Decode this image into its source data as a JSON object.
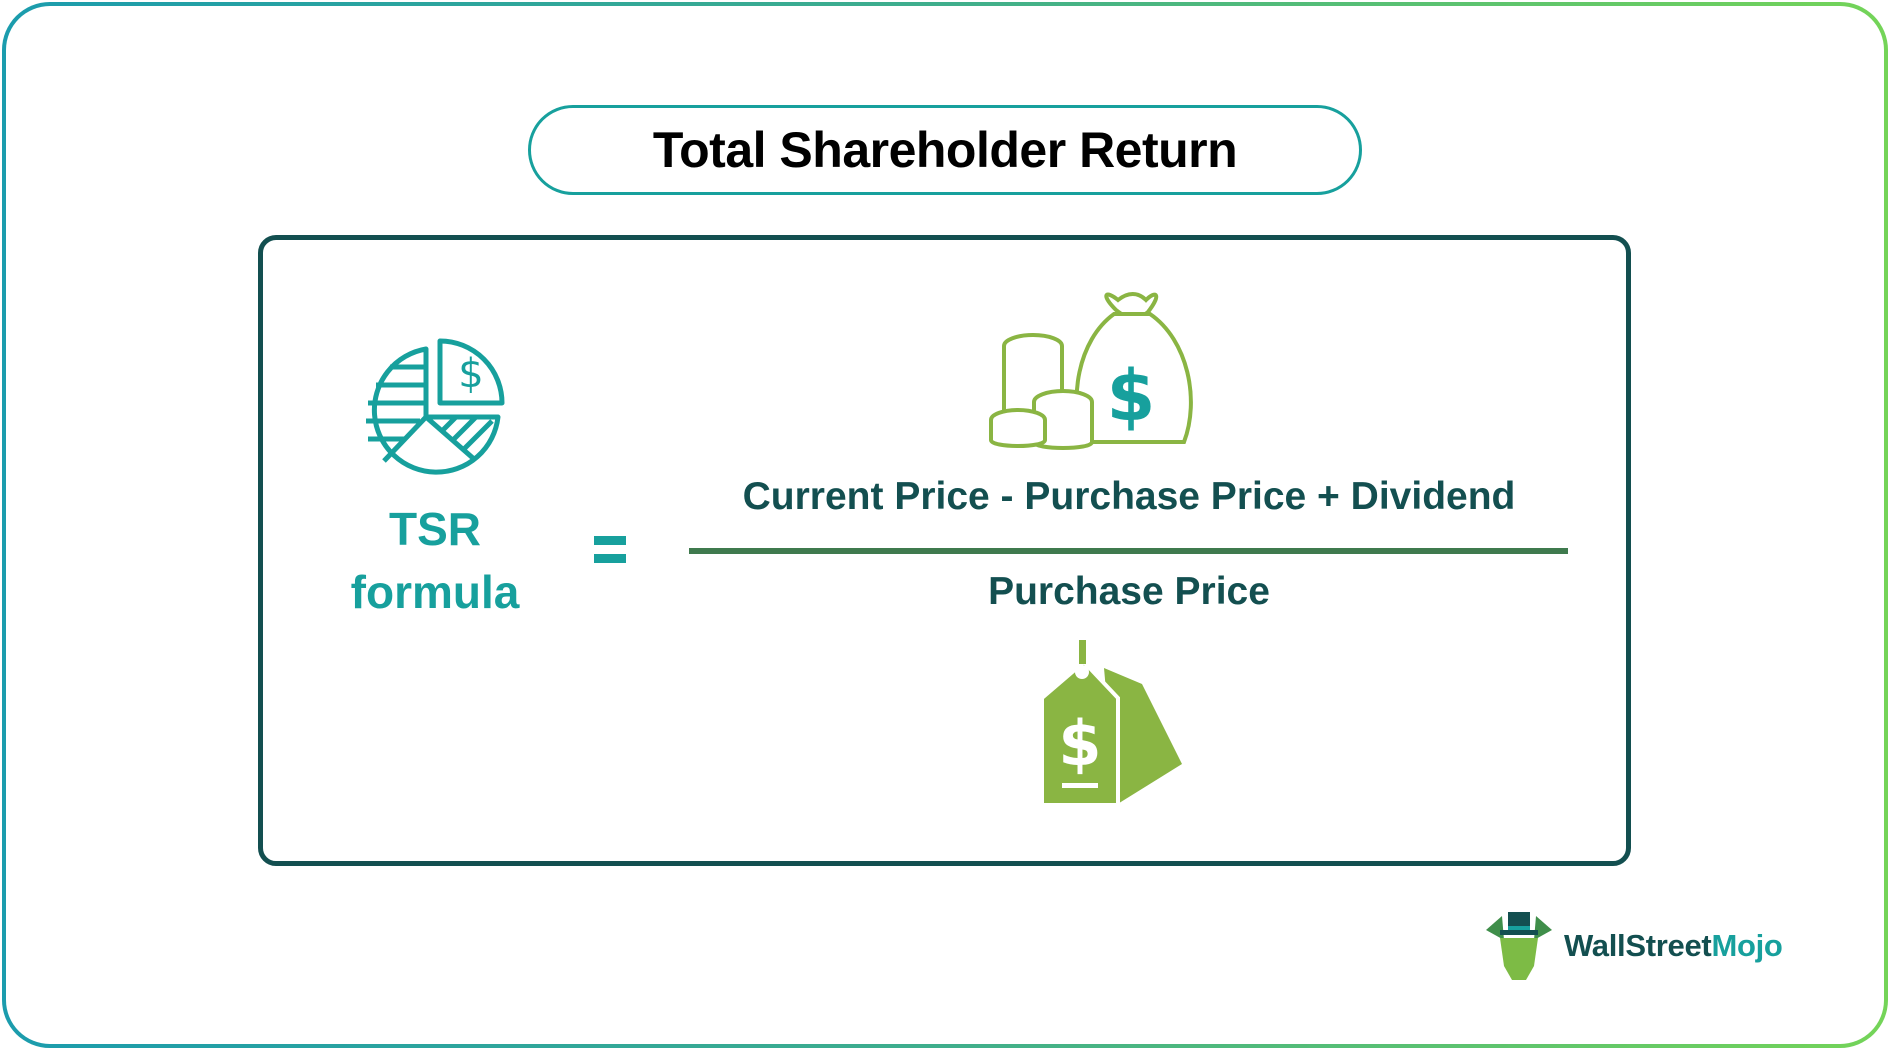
{
  "title": "Total Shareholder Return",
  "formula": {
    "lhs_line1": "TSR",
    "lhs_line2": "formula",
    "operator": "=",
    "numerator": "Current Price - Purchase Price + Dividend",
    "denominator": "Purchase Price"
  },
  "icons": {
    "left": "pie-chart-dollar-icon",
    "numerator": "money-bag-coins-icon",
    "denominator": "price-tag-icon"
  },
  "brand": {
    "name_part1": "WallStreet",
    "name_part2": "Mojo"
  },
  "colors": {
    "teal": "#17a09d",
    "dark_teal": "#134f50",
    "green": "#8ab543",
    "fraction_line": "#3f7a4e",
    "border_gradient_start": "#1b9cad",
    "border_gradient_end": "#74d458"
  }
}
